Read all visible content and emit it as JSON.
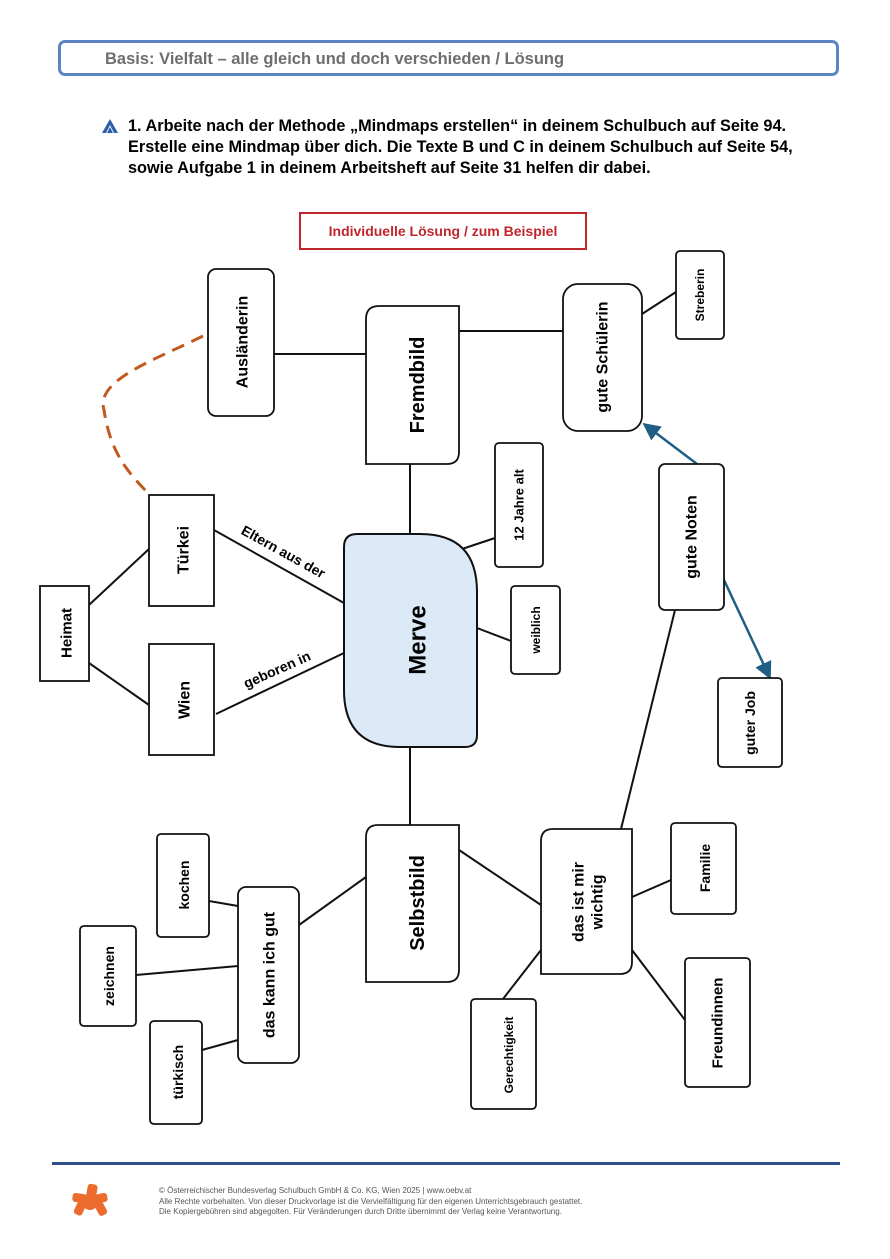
{
  "header": {
    "title": "Basis: Vielfalt – alle gleich und doch verschieden / Lösung"
  },
  "task": {
    "icon": "triangle-level-icon",
    "text": "1. Arbeite nach der Methode „Mindmaps erstellen“ in deinem Schulbuch auf Seite 94. Erstelle eine Mindmap über dich. Die Texte B und C in deinem Schulbuch auf Seite 54, sowie Aufgabe 1 in deinem Arbeitsheft auf Seite 31 helfen dir dabei."
  },
  "solution_label": "Individuelle Lösung / zum Beispiel",
  "mindmap": {
    "center": "Merve",
    "nodes": {
      "fremdbild": "Fremdbild",
      "auslaenderin": "Ausländerin",
      "gute_schuelerin": "gute Schülerin",
      "streberin": "Streberin",
      "zwoelf_jahre": "12 Jahre alt",
      "weiblich": "weiblich",
      "gute_noten": "gute Noten",
      "guter_job": "guter Job",
      "tuerkei": "Türkei",
      "heimat": "Heimat",
      "wien": "Wien",
      "selbstbild": "Selbstbild",
      "das_kann_ich_gut": "das kann ich gut",
      "kochen": "kochen",
      "zeichnen": "zeichnen",
      "tuerkisch": "türkisch",
      "das_ist_mir_wichtig_1": "das ist mir",
      "das_ist_mir_wichtig_2": "wichtig",
      "familie": "Familie",
      "freundinnen": "Freundinnen",
      "gerechtigkeit": "Gerechtigkeit"
    },
    "edge_labels": {
      "eltern_aus_der": "Eltern aus der",
      "geboren_in": "geboren in"
    },
    "colors": {
      "dashed_link": "#c05a1e",
      "arrows": "#1f5f86",
      "center_fill": "#dce9f6"
    }
  },
  "footer": {
    "logo": "oebv-logo-icon",
    "line1": "© Österreichischer Bundesverlag Schulbuch GmbH & Co. KG, Wien 2025 | www.oebv.at",
    "line2": "Alle Rechte vorbehalten. Von dieser Druckvorlage ist die Vervielfältigung für den eigenen Unterrichtsgebrauch gestattet.",
    "line3": "Die Kopiergebühren sind abgegolten. Für Veränderungen durch Dritte übernimmt der Verlag keine Verantwortung."
  }
}
